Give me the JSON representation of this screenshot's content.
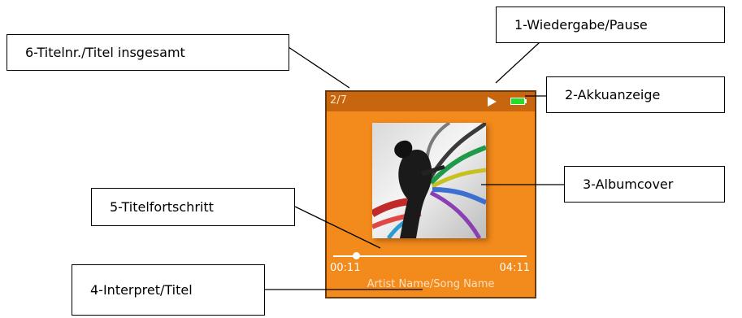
{
  "callouts": {
    "play_pause": "1-Wiedergabe/Pause",
    "battery": "2-Akkuanzeige",
    "album_cover": "3-Albumcover",
    "artist_title": "4-Interpret/Titel",
    "track_progress": "5-Titelfortschritt",
    "track_number": "6-Titelnr./Titel insgesamt"
  },
  "screen": {
    "track_count": "2/7",
    "time_elapsed": "00:11",
    "time_total": "04:11",
    "song_name": "Artist Name/Song Name",
    "playback_state_icon": "play-icon",
    "battery_icon": "battery-icon",
    "progress_fraction": 0.12
  },
  "colors": {
    "screen_background": "#f28a1c",
    "top_bar": "#c8650f",
    "battery_fill": "#22e02a"
  }
}
